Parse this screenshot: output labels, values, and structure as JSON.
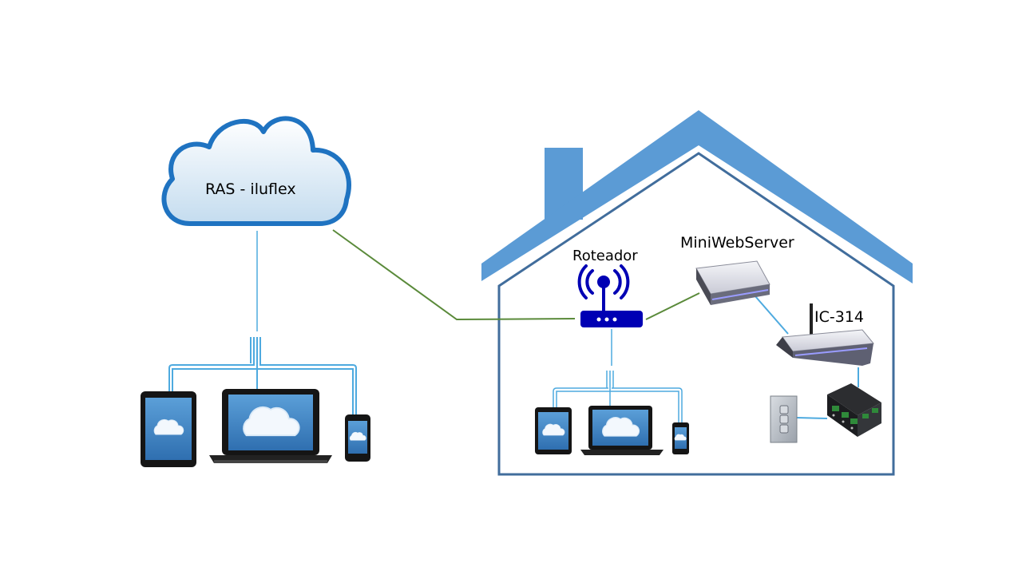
{
  "diagram": {
    "cloud": {
      "label": "RAS - iluflex"
    },
    "router": {
      "label": "Roteador"
    },
    "mini_web_server": {
      "label": "MiniWebServer"
    },
    "controller": {
      "label": "IC-314"
    }
  },
  "colors": {
    "house_blue": "#5b9bd5",
    "house_outline": "#416d9c",
    "cloud_border": "#1f73c1",
    "wan_line": "#5a8a3a",
    "lan_line": "#4eaadf",
    "router_blue": "#0000b4"
  },
  "icons": [
    "cloud-icon",
    "tablet-icon",
    "laptop-icon",
    "smartphone-icon",
    "wifi-router-icon",
    "server-icon",
    "wall-switch-icon",
    "relay-module-icon"
  ]
}
